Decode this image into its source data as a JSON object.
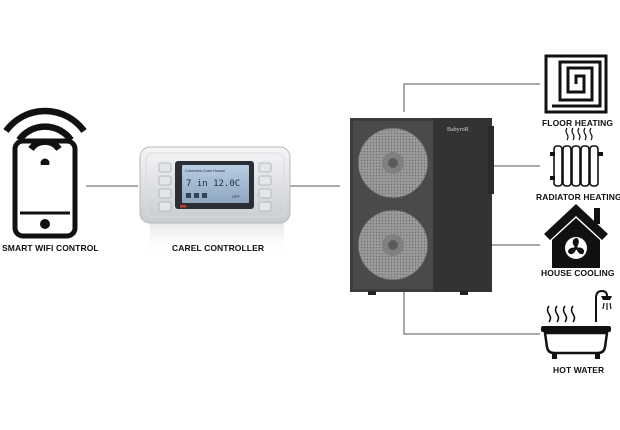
{
  "devices": {
    "phone_label": "SMART WIFI CONTROL",
    "controller_label": "CAREL CONTROLLER",
    "brand_badge": "BabyroR",
    "lcd": {
      "line1": "Cuberama Guzel Hoorau",
      "line2": "7 in 12.0C",
      "line3": "OFF"
    }
  },
  "outputs": [
    {
      "label": "FLOOR HEATING",
      "icon": "floor-heating-icon"
    },
    {
      "label": "RADIATOR HEATING",
      "icon": "radiator-icon"
    },
    {
      "label": "HOUSE COOLING",
      "icon": "house-fan-icon"
    },
    {
      "label": "HOT WATER",
      "icon": "bathtub-icon"
    }
  ],
  "colors": {
    "icon": "#111111",
    "heat_pump_body": "#3c3c3c",
    "lcd_screen": "#9fb6cf",
    "connector": "#555555"
  }
}
